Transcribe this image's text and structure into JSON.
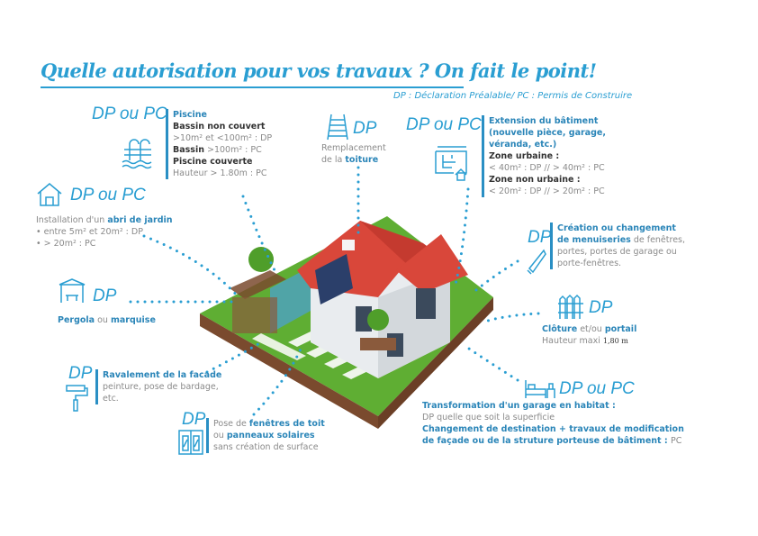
{
  "title": "Quelle autorisation pour vos travaux ? On fait le point!",
  "legend": "DP : Déclaration Préalable/ PC : Permis de Construire",
  "piscine": {
    "badge": "DP ou PC",
    "head": "Piscine",
    "l1": "Bassin non couvert",
    "l2": ">10m² et <100m² : DP",
    "l3a": "Bassin",
    "l3b": " >100m² : PC",
    "l4": "Piscine couverte",
    "l5": "Hauteur > 1.80m : PC",
    "icon": "pool-icon"
  },
  "toiture": {
    "badge": "DP",
    "l1": "Remplacement",
    "l2a": "de la ",
    "l2b": "toiture",
    "icon": "ladder-icon"
  },
  "extension": {
    "badge": "DP ou PC",
    "l1": "Extension du bâtiment",
    "l2": "(nouvelle pièce, garage,",
    "l3": "véranda, etc.)",
    "l4": "Zone urbaine :",
    "l5": "< 40m² : DP // > 40m² : PC",
    "l6": "Zone non urbaine :",
    "l7": "< 20m² : DP // > 20m² : PC",
    "icon": "blueprint-icon"
  },
  "abri": {
    "badge": "DP ou PC",
    "l1a": "Installation d'un ",
    "l1b": "abri de jardin",
    "l2": "• entre 5m² et 20m² : DP",
    "l3": "• > 20m² : PC",
    "icon": "house-icon"
  },
  "menuiseries": {
    "badge": "DP",
    "l1": "Création ou changement",
    "l2a": "de menuiseries",
    "l2b": " de fenêtres,",
    "l3": "portes, portes de garage ou",
    "l4": "porte-fenêtres.",
    "icon": "saw-icon"
  },
  "pergola": {
    "badge": "DP",
    "l1a": "Pergola",
    "l1b": " ou ",
    "l1c": "marquise",
    "icon": "pergola-icon"
  },
  "cloture": {
    "badge": "DP",
    "l1a": "Clôture",
    "l1b": " et/ou ",
    "l1c": "portail",
    "l2a": "Hauteur maxi ",
    "l2b": "1,80 m",
    "icon": "fence-icon"
  },
  "ravalement": {
    "badge": "DP",
    "l1": "Ravalement de la facade",
    "l2": "peinture, pose de bardage,",
    "l3": "etc.",
    "icon": "paint-roller-icon"
  },
  "fenetres": {
    "badge": "DP",
    "l1a": "Pose de ",
    "l1b": "fenêtres de toit",
    "l2a": "ou ",
    "l2b": "panneaux solaires",
    "l3": "sans création de surface",
    "icon": "window-icon"
  },
  "garage": {
    "badge": "DP ou PC",
    "l1": "Transformation d'un garage en habitat :",
    "l2": "DP quelle que soit la superficie",
    "l3": "Changement de destination + travaux de modification",
    "l4a": "de façade ou de la struture porteuse de bâtiment : ",
    "l4b": "PC",
    "icon": "bedroom-icon"
  },
  "colors": {
    "accent": "#2a9ed2",
    "dark_accent": "#2a85b8",
    "roof": "#d9473a",
    "lawn": "#6cbf3a"
  }
}
